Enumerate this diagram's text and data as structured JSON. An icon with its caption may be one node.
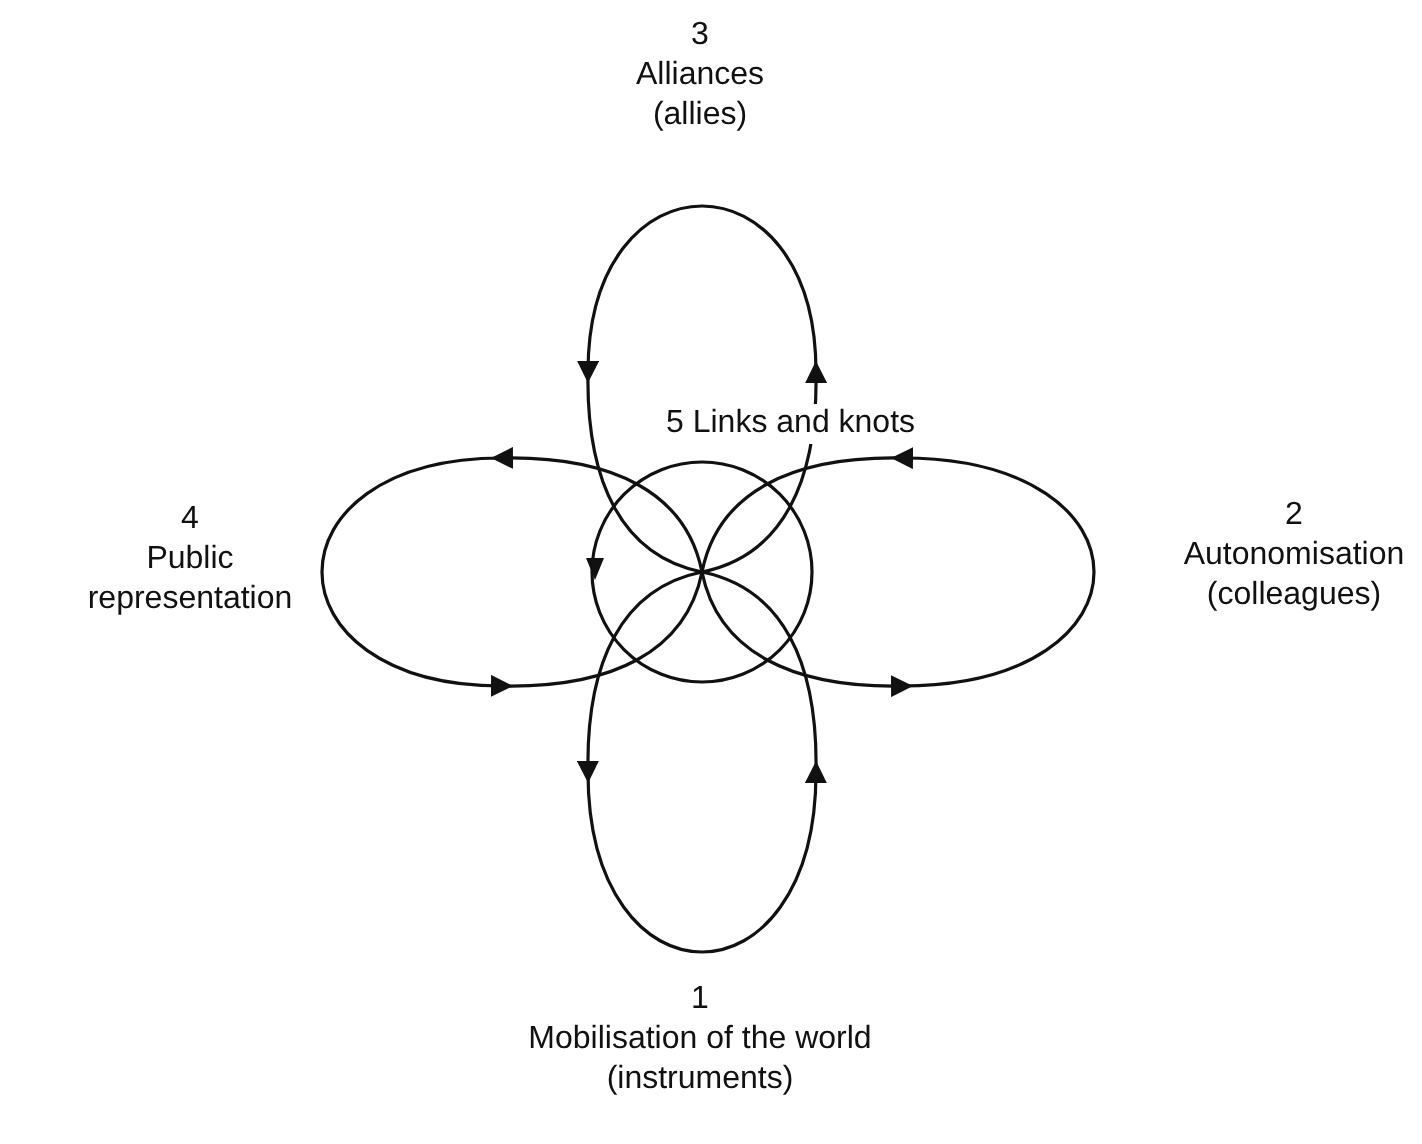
{
  "diagram": {
    "nodes": [
      {
        "text": [
          "1",
          "Mobilisation of the world",
          "(instruments)"
        ]
      },
      {
        "text": [
          "2",
          "Autonomisation",
          "(colleagues)"
        ]
      },
      {
        "text": [
          "3",
          "Alliances",
          "(allies)"
        ]
      },
      {
        "text": [
          "4",
          "Public",
          "representation"
        ]
      },
      {
        "text": [
          "5 Links and knots"
        ]
      }
    ]
  }
}
